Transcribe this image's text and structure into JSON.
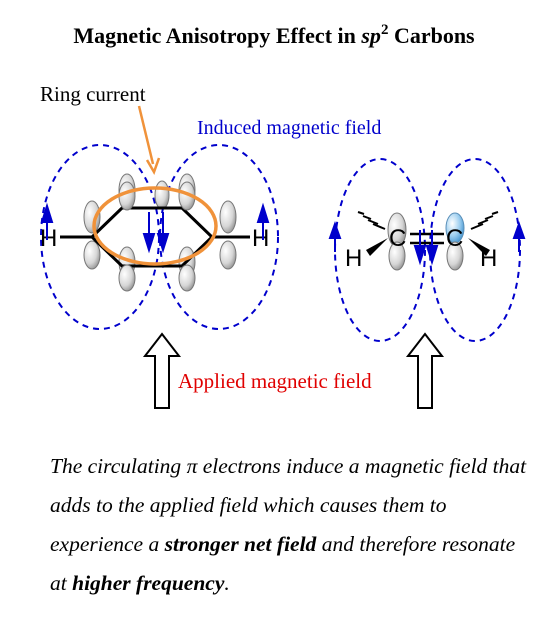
{
  "title": {
    "main": "Magnetic Anisotropy Effect in ",
    "sp": "sp",
    "sup": "2",
    "end": " Carbons"
  },
  "labels": {
    "ring_current": "Ring current",
    "induced_field": "Induced magnetic field",
    "applied_field": "Applied magnetic field"
  },
  "atoms": {
    "hydrogen": "H",
    "carbon": "C"
  },
  "caption": {
    "part1": "The circulating ",
    "pi": "π",
    "part2": " electrons induce a magnetic field that adds to the applied field which causes them to experience a ",
    "bold1": "stronger net field",
    "part3": " and therefore resonate at ",
    "bold2": "higher frequency",
    "part4": "."
  },
  "colors": {
    "induced_field_lines": "#0000cc",
    "ring_current": "#f0923a",
    "applied_label": "#e00000",
    "text": "#000000"
  },
  "icons": [
    "dashed-field-loop",
    "ring-current-ellipse",
    "p-orbital-lobe",
    "up-arrow-hollow",
    "field-arrow"
  ]
}
